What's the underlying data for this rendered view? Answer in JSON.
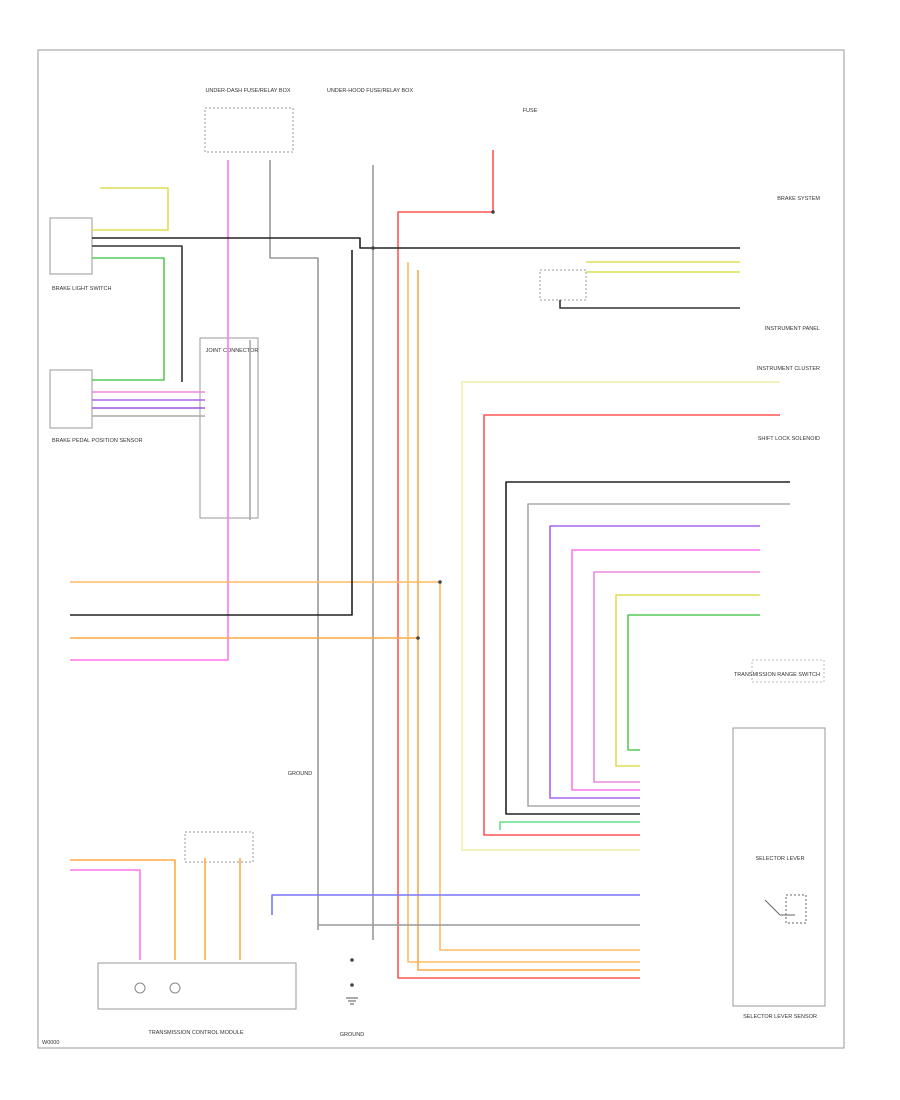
{
  "diagram": {
    "footer_code": "W0000",
    "wire_color_map": {
      "WHT": "#999999",
      "BLK": "#222222",
      "BLK/YEL": "#333333",
      "GRN": "#55cc55",
      "GRN/WHT": "#66dd88",
      "YEL/WHT": "#dddd55",
      "VIO": "#aa66ee",
      "VIO/WHT": "#9955dd",
      "PNK": "#ff77ee",
      "PNK/WHT": "#ee88dd",
      "ORG": "#ffaa44",
      "ORG/WHT": "#ffbb66",
      "RED": "#ff5555",
      "BLU": "#7777ff",
      "GRY": "#aaaaaa",
      "WHT/YEL": "#eeeeaa"
    },
    "components": {
      "cabin_box": "UNDER-DASH FUSE/RELAY BOX",
      "fuse_box_top": "UNDER-HOOD FUSE/RELAY BOX",
      "fuse_right": "FUSE",
      "brake_light_switch": "BRAKE LIGHT SWITCH",
      "brake_pedal_sensor": "BRAKE PEDAL POSITION SENSOR",
      "joint_connector": "JOINT CONNECTOR",
      "brake_system": "BRAKE SYSTEM",
      "instrument_panel": "INSTRUMENT PANEL",
      "instrument_cluster": "INSTRUMENT CLUSTER",
      "shift_lock": "SHIFT LOCK SOLENOID",
      "transmission_range": "TRANSMISSION RANGE SWITCH",
      "selector_lever": "SELECTOR LEVER",
      "selector_lever_sensor": "SELECTOR LEVER SENSOR",
      "transmission_control": "TRANSMISSION CONTROL MODULE",
      "ground_point": "GROUND",
      "ground_point_2": "GROUND"
    }
  }
}
